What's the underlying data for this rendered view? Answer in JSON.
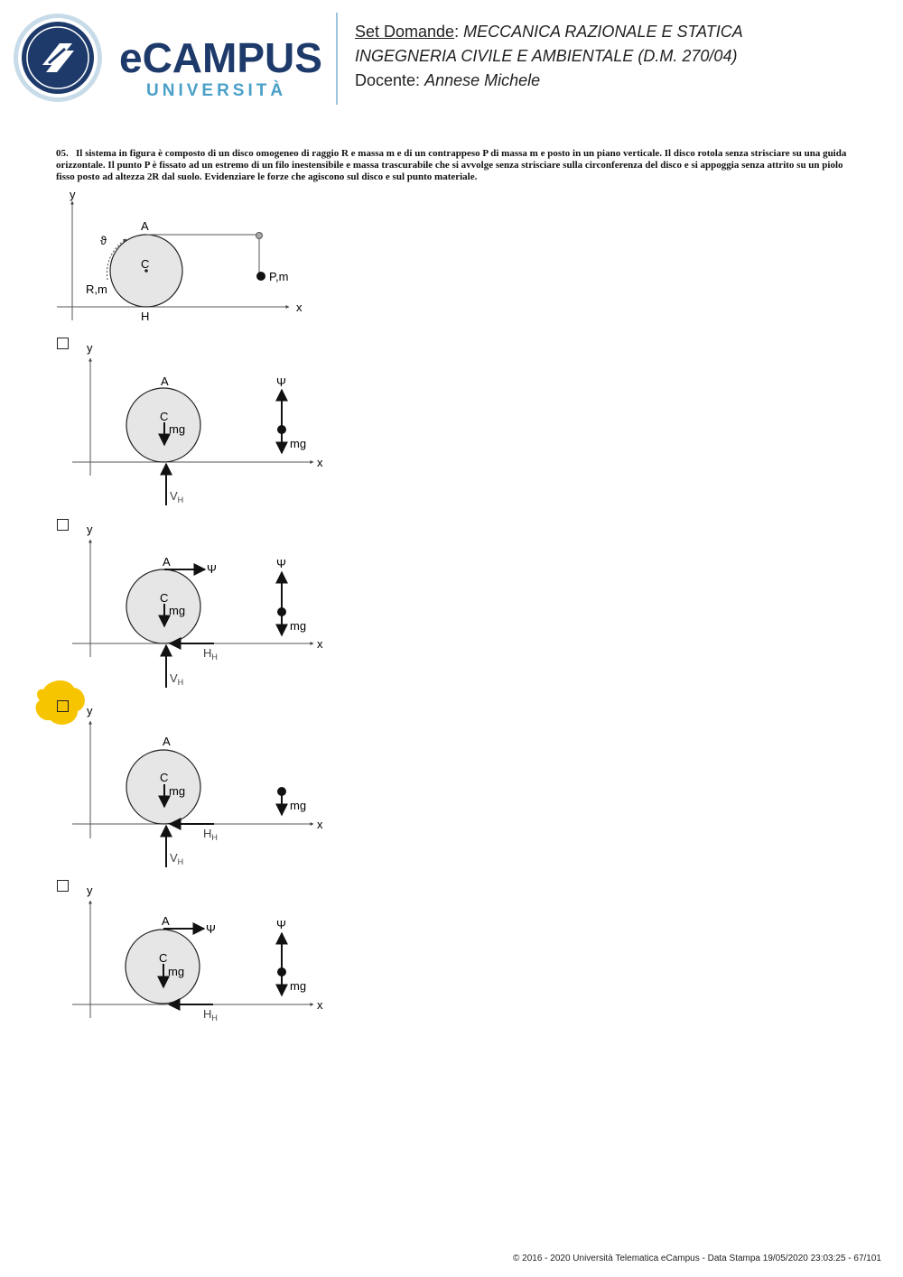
{
  "header": {
    "logo_brand": "eCAMPUS",
    "logo_sub": "UNIVERSITÀ",
    "set_label": "Set Domande",
    "set_title": "MECCANICA RAZIONALE E STATICA",
    "course": "INGEGNERIA CIVILE E AMBIENTALE (D.M. 270/04)",
    "teacher_label": "Docente:",
    "teacher_name": "Annese Michele"
  },
  "question": {
    "number": "05.",
    "text": "Il sistema in figura è composto di un disco omogeneo di raggio R e massa m e di un contrappeso P di massa m e posto in un piano verticale. Il disco rotola senza strisciare su una guida orizzontale. Il punto P è fissato ad un estremo di un filo inestensibile e massa trascurabile che si avvolge senza strisciare sulla circonferenza del disco e si appoggia senza attrito su un piolo fisso posto ad altezza 2R dal suolo. Evidenziare le forze che agiscono sul disco e sul punto materiale."
  },
  "main_figure": {
    "y": "y",
    "x": "x",
    "A": "A",
    "C": "C",
    "H": "H",
    "theta": "ϑ",
    "disk": "R,m",
    "point": "P,m"
  },
  "labels": {
    "y": "y",
    "x": "x",
    "A": "A",
    "C": "C",
    "mg": "mg",
    "psi": "Ψ",
    "V": "V",
    "Hf": "H",
    "sub": "H"
  },
  "footer": "© 2016 - 2020 Università Telematica eCampus - Data Stampa 19/05/2020 23:03:25 - 67/101"
}
